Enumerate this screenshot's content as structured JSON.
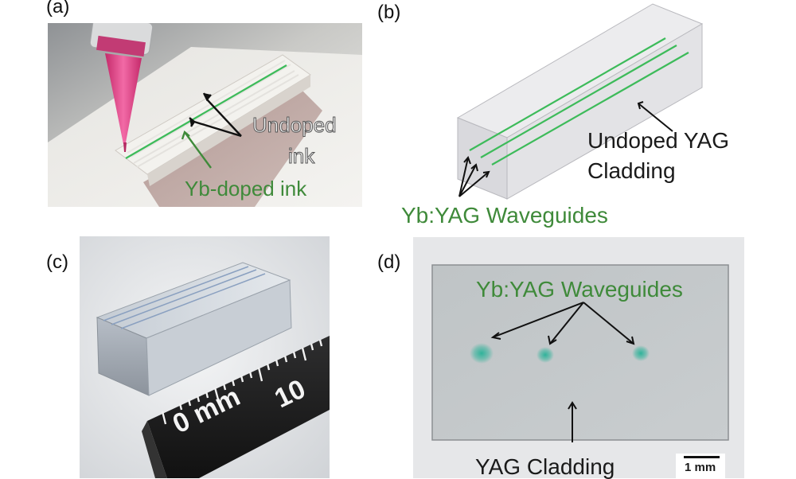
{
  "panels": {
    "a": {
      "letter": "(a)",
      "label_undoped": "Undoped",
      "label_ink": "ink",
      "label_yb": "Yb-doped ink"
    },
    "b": {
      "letter": "(b)",
      "label_cladding_1": "Undoped YAG",
      "label_cladding_2": "Cladding",
      "label_waveguides": "Yb:YAG Waveguides"
    },
    "c": {
      "letter": "(c)",
      "ruler_text_1": "0 mm",
      "ruler_text_2": "10"
    },
    "d": {
      "letter": "(d)",
      "label_waveguides": "Yb:YAG Waveguides",
      "label_cladding": "YAG Cladding",
      "scale_bar": "1 mm"
    }
  },
  "colors": {
    "green_text": "#3f8a3a",
    "waveguide_line": "#3dbb5a",
    "waveguide_spot": "#2fb39a"
  }
}
